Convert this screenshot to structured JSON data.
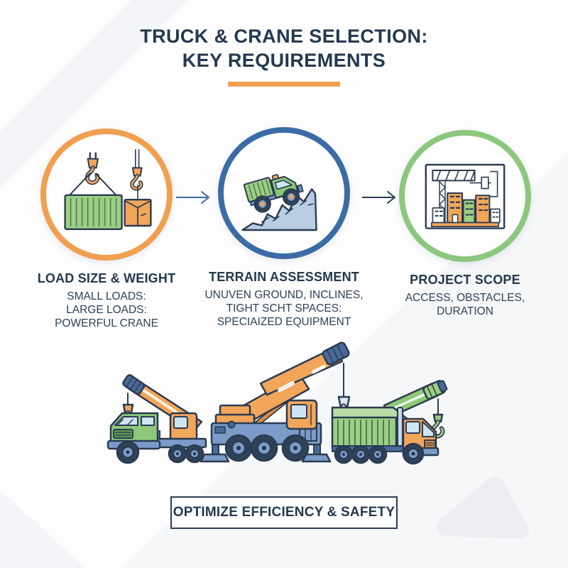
{
  "header": {
    "title_line1": "TRUCK & CRANE SELECTION:",
    "title_line2": "KEY REQUIREMENTS"
  },
  "steps": [
    {
      "heading": "LOAD SIZE & WEIGHT",
      "line1": "SMALL LOADS:",
      "line2": "LARGE LOADS:",
      "line3": "POWERFUL CRANE",
      "ring_color": "#f0a050",
      "icon": "hanging-container-and-crate-icon"
    },
    {
      "heading": "TERRAIN ASSESSMENT",
      "line1": "UNUVEN GROUND, INCLINES,",
      "line2": "TIGHT SCHT SPACES:",
      "line3": "SPECIAIZED EQUIPMENT",
      "ring_color": "#3c6ca5",
      "icon": "dump-truck-on-incline-icon"
    },
    {
      "heading": "PROJECT SCOPE",
      "line1": "ACCESS, OBSTACLES,",
      "line2": "DURATION",
      "line3": "",
      "ring_color": "#8cc77e",
      "icon": "construction-site-plan-icon"
    }
  ],
  "banner": {
    "label": "OPTIMIZE EFFICIENCY & SAFETY"
  },
  "illustration": {
    "alt": "three-crane-trucks-illustration"
  },
  "colors": {
    "heading_text": "#24394f",
    "body_text": "#2d4257",
    "accent_orange": "#f0a050",
    "accent_blue": "#3c6ca5",
    "accent_green": "#8cc77e",
    "outline_navy": "#2b3b52"
  }
}
